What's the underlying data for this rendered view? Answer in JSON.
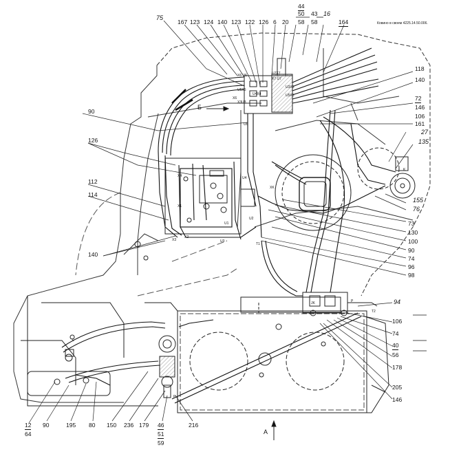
{
  "callouts": {
    "c75": "75",
    "c167": "167",
    "c123a": "123",
    "c124": "124",
    "c140a": "140",
    "c123b": "123",
    "c122": "122",
    "c126a": "126",
    "c6": "6",
    "c20": "20",
    "c44": "44",
    "c50": "50",
    "c43": "43",
    "c58a": "58",
    "c58b": "58",
    "c16": "16",
    "c164": "164",
    "c118": "118",
    "c140b": "140",
    "c72": "72",
    "c146a": "146",
    "c106a": "106",
    "c161": "161",
    "c27": "27",
    "c135": "135",
    "c90a": "90",
    "c126b": "126",
    "c112": "112",
    "c114": "114",
    "c140c": "140",
    "c155": "155",
    "c76": "76",
    "c73": "73",
    "c130": "130",
    "c100": "100",
    "c90b": "90",
    "c74a": "74",
    "c96": "96",
    "c98": "98",
    "c94": "94",
    "c106b": "106",
    "c74b": "74",
    "c40": "40",
    "c56": "56",
    "c178": "178",
    "c205": "205",
    "c146b": "146",
    "c12": "12",
    "c64": "64",
    "c90c": "90",
    "c195": "195",
    "c80": "80",
    "c150": "150",
    "c236": "236",
    "c179": "179",
    "c46": "46",
    "c51": "51",
    "c59": "59",
    "c216": "216"
  },
  "annotations": {
    "view_b": "Б",
    "view_a": "А",
    "note_top_right": "Ковино в своем 4225.14.50.006."
  },
  "port_marks": {
    "x6u6": "X6 U6",
    "u4x4": "U4X4",
    "u7x7": "U7X7",
    "u3x3": "U3X3",
    "u5x5": "U5X5",
    "x6": "X6",
    "u6": "U6",
    "x7u7": "X7 U7",
    "x3u3": "X3U3",
    "u5x5b": "U5X5",
    "x4": "X4",
    "u4": "U4",
    "u3": "U3",
    "x3": "X3",
    "x1": "X1",
    "u1": "U1",
    "x2": "X2",
    "u2": "U2",
    "t1": "T1",
    "k": "K",
    "jk": "JK",
    "p": "P",
    "t2": "T2",
    "l": "L",
    "p2": "P",
    "xk": "XK"
  },
  "colors": {
    "ink": "#111111",
    "hatch": "#444444",
    "paper": "#ffffff"
  }
}
